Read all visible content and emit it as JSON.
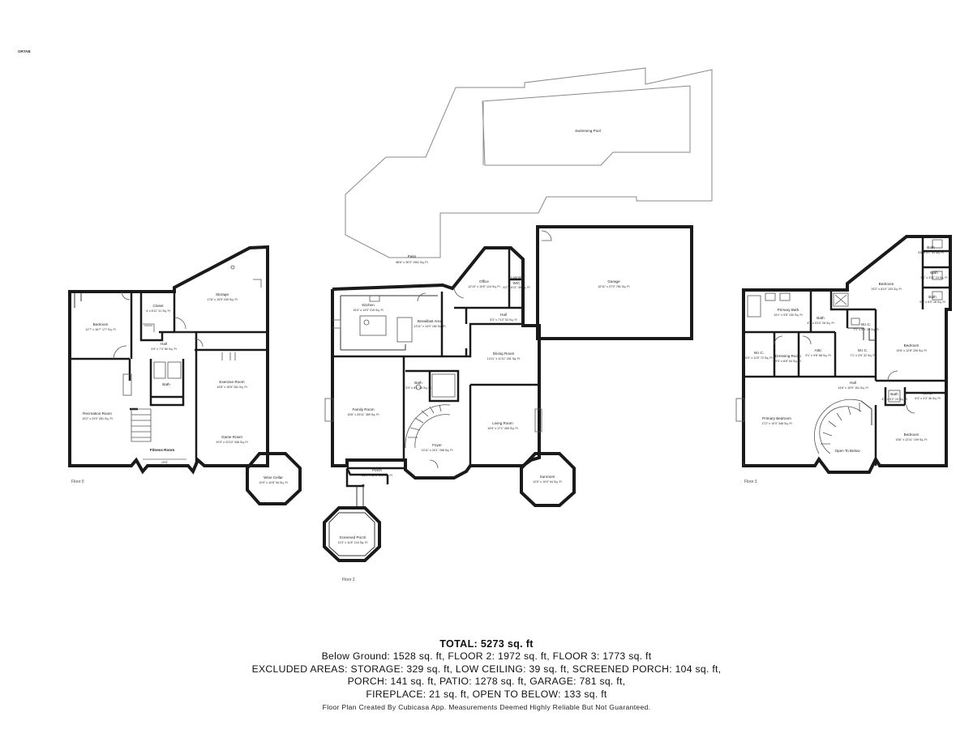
{
  "corner_tag": "GRTAB",
  "floors": {
    "floor0": {
      "label": "Floor 0",
      "rooms": {
        "storage": {
          "name": "Storage",
          "dim": "17'6\" x 19'5\" 249 Sq. Ft"
        },
        "bedroom": {
          "name": "Bedroom",
          "dim": "12'7\" x 16'7\" 177 Sq. Ft"
        },
        "closet": {
          "name": "Closet",
          "dim": "4' x 6'11\" 31 Sq. Ft"
        },
        "hall": {
          "name": "Hall",
          "dim": "4'5\" x 7'4\" 80 Sq. Ft"
        },
        "recreation": {
          "name": "Recreation Room",
          "dim": "15'2\" x 23'0\" 281 Sq. Ft"
        },
        "exercise": {
          "name": "Exercise Room",
          "dim": "14'8\" x 15'8\" 281 Sq. Ft"
        },
        "game": {
          "name": "Game Room",
          "dim": "19'3\" x 22'10\" 346 Sq. Ft"
        },
        "wine": {
          "name": "Wine Cellar",
          "dim": "10'9\" x 10'8\" 94 Sq. Ft"
        },
        "bath": {
          "name": "Bath",
          "dim": ""
        },
        "fitness": {
          "name": "Fitness Room",
          "dim": ""
        },
        "span": {
          "name": "",
          "dim": "19'5\""
        }
      }
    },
    "floor2": {
      "label": "Floor 2",
      "rooms": {
        "pool": {
          "name": "Swimming Pool",
          "dim": ""
        },
        "patio": {
          "name": "Patio",
          "dim": "86'6\" x 30'3\" 1951 Sq. Ft"
        },
        "office": {
          "name": "Office",
          "dim": "12'10\" x 10'6\" 124 Sq. Ft"
        },
        "wic": {
          "name": "WIC",
          "dim": "6'2\" x 6'11\" 38 Sq. Ft"
        },
        "laundry": {
          "name": "Laundry",
          "dim": ""
        },
        "hall": {
          "name": "Hall",
          "dim": "8'3\" x 7'10\" 53 Sq. Ft"
        },
        "garage": {
          "name": "Garage",
          "dim": "32'11\" x 27'0\" 781 Sq. Ft"
        },
        "kitchen": {
          "name": "Kitchen",
          "dim": "15'4\" x 14'0\" 215 Sq. Ft"
        },
        "breakfast": {
          "name": "Breakfast Area",
          "dim": "13'11\" x 14'0\" 182 Sq. Ft"
        },
        "dining": {
          "name": "Dining Room",
          "dim": "14'11\" x 11'11\" 181 Sq. Ft"
        },
        "bath": {
          "name": "Bath",
          "dim": "5'3\" x 8'1\" 35 Sq. Ft"
        },
        "family": {
          "name": "Family Room",
          "dim": "15'6\" x 25'11\" 369 Sq. Ft"
        },
        "living": {
          "name": "Living Room",
          "dim": "16'5\" x 17'1\" 269 Sq. Ft"
        },
        "foyer": {
          "name": "Foyer",
          "dim": "13'11\" x 20'1\" 258 Sq. Ft"
        },
        "porch": {
          "name": "Porch",
          "dim": "36'4\" x 10'3\" 141 Sq. Ft"
        },
        "sunroom": {
          "name": "Sunroom",
          "dim": "10'0\" x 10'0\" 94 Sq. Ft"
        },
        "screened": {
          "name": "Screened Porch",
          "dim": "11'3\" x 11'8\" 104 Sq. Ft"
        }
      }
    },
    "floor3": {
      "label": "Floor 3",
      "rooms": {
        "bath_top": {
          "name": "Bath",
          "dim": "5'8\" x 5'7\" 31 Sq. Ft"
        },
        "bath_mid": {
          "name": "Bath",
          "dim": "5'1\" x 3'11\" 24 Sq. Ft"
        },
        "bath_low": {
          "name": "Bath",
          "dim": "5'4\" x 5'9\" 28 Sq. Ft"
        },
        "bedroom_ne": {
          "name": "Bedroom",
          "dim": "19'2\" x 8'10\" 193 Sq. Ft"
        },
        "primary_bath": {
          "name": "Primary Bath",
          "dim": "19'1\" x 9'8\" 130 Sq. Ft"
        },
        "bath_small": {
          "name": "Bath",
          "dim": "4'7\" x 5'10\" 26 Sq. Ft"
        },
        "wic_a": {
          "name": "W.I.C.",
          "dim": "7'1\" x 5'3\" 29 Sq. Ft"
        },
        "wic_b": {
          "name": "W.I.C.",
          "dim": "6'3\" x 11'6\" 72 Sq. Ft"
        },
        "dressing": {
          "name": "Dressing Room",
          "dim": "9'3\" x 8'8\" 54 Sq. Ft"
        },
        "attic": {
          "name": "Attic",
          "dim": "9'1\" x 9'8\" 68 Sq. Ft"
        },
        "wic_c": {
          "name": "W.I.C.",
          "dim": "7'1\" x 3'9\" 32 Sq. Ft"
        },
        "bedroom_e": {
          "name": "Bedroom",
          "dim": "15'6\" x 12'8\" 226 Sq. Ft"
        },
        "hall": {
          "name": "Hall",
          "dim": "14'6\" x 15'9\" 161 Sq. Ft"
        },
        "bath_c": {
          "name": "Bath",
          "dim": "4'7\" x 5'2\" 24 Sq. Ft"
        },
        "wic_d": {
          "name": "W.I.C.",
          "dim": "6'4\" x 4'4\" 36 Sq. Ft"
        },
        "primary_bed": {
          "name": "Primary Bedroom",
          "dim": "17'2\" x 19'3\" 346 Sq. Ft"
        },
        "open": {
          "name": "Open To Below",
          "dim": ""
        },
        "bedroom_se": {
          "name": "Bedroom",
          "dim": "15'6\" x 12'11\" 199 Sq. Ft"
        }
      }
    }
  },
  "summary": {
    "total": "TOTAL: 5273 sq. ft",
    "line1": "Below Ground: 1528 sq. ft, FLOOR 2: 1972 sq. ft, FLOOR 3: 1773 sq. ft",
    "line2": "EXCLUDED AREAS: STORAGE: 329 sq. ft, LOW CEILING: 39 sq. ft, SCREENED PORCH: 104 sq. ft,",
    "line3": "PORCH: 141 sq. ft, PATIO: 1278 sq. ft, GARAGE: 781 sq. ft,",
    "line4": "FIREPLACE: 21 sq. ft, OPEN TO BELOW: 133 sq. ft"
  },
  "footer": "Floor Plan Created By Cubicasa App. Measurements Deemed Highly Reliable But Not Guaranteed."
}
